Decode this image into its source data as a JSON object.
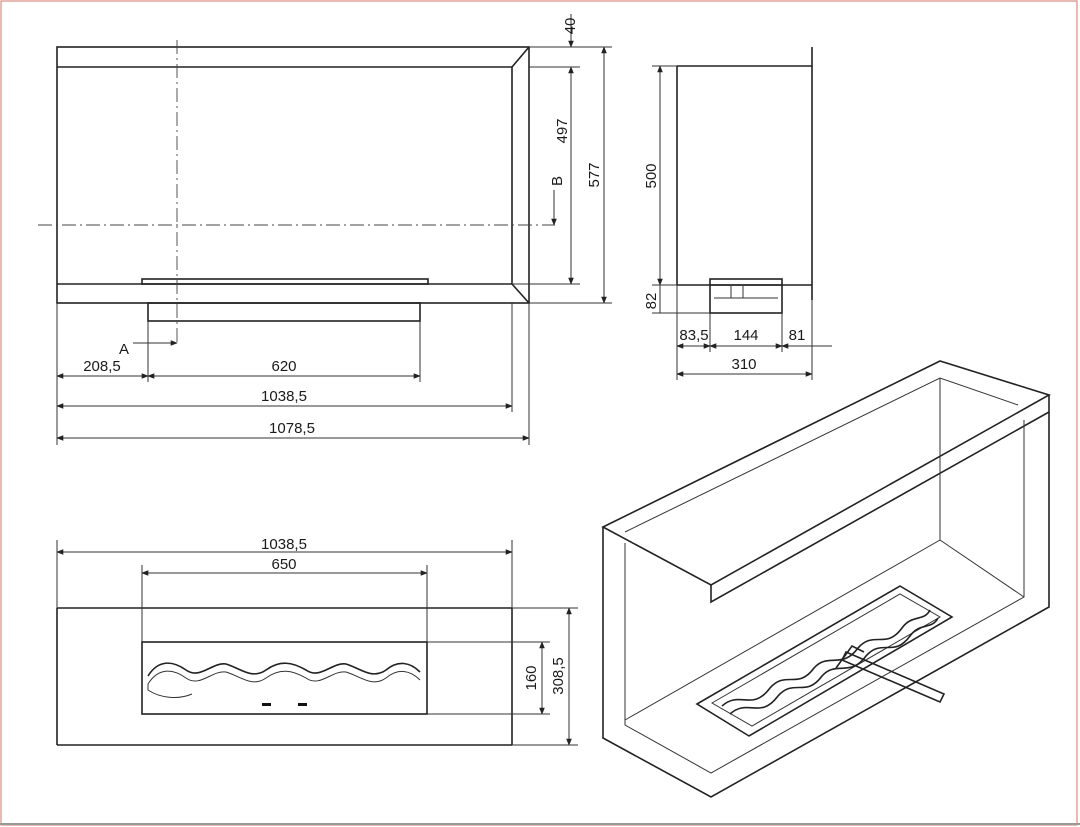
{
  "drawing": {
    "front_view": {
      "dims": {
        "top_offset": "40",
        "inner_height": "497",
        "total_height": "577",
        "section_b": "B",
        "section_a": "A",
        "left_offset": "208,5",
        "burner_width": "620",
        "inner_width": "1038,5",
        "total_width": "1078,5"
      }
    },
    "side_view": {
      "dims": {
        "height": "500",
        "bottom": "82",
        "left": "83,5",
        "middle": "144",
        "right": "81",
        "depth": "310"
      }
    },
    "top_view": {
      "dims": {
        "inner_width": "1038,5",
        "burner_length": "650",
        "burner_depth": "160",
        "total_depth": "308,5"
      }
    }
  }
}
